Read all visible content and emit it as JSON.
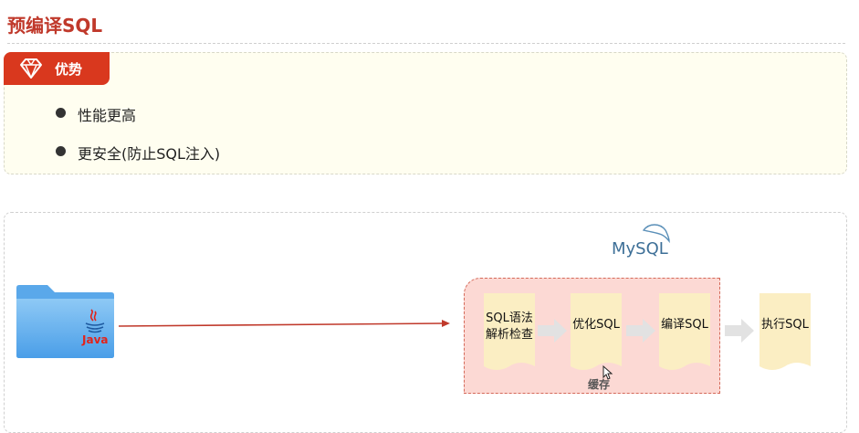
{
  "header": {
    "title": "预编译SQL"
  },
  "advantages": {
    "tag_label": "优势",
    "items": [
      "性能更高",
      "更安全(防止SQL注入)"
    ]
  },
  "diagram": {
    "java_label": "Java",
    "mysql_logo_text": "MySQL",
    "steps": {
      "parse": "SQL语法\n解析检查",
      "optimize": "优化SQL",
      "compile": "编译SQL",
      "execute": "执行SQL"
    },
    "cache_label": "缓存"
  },
  "colors": {
    "title": "#c0392b",
    "tag": "#d9381e",
    "highlight_area": "#fcd9d4",
    "doc": "#fbeec3",
    "arrow": "#c0392b"
  }
}
